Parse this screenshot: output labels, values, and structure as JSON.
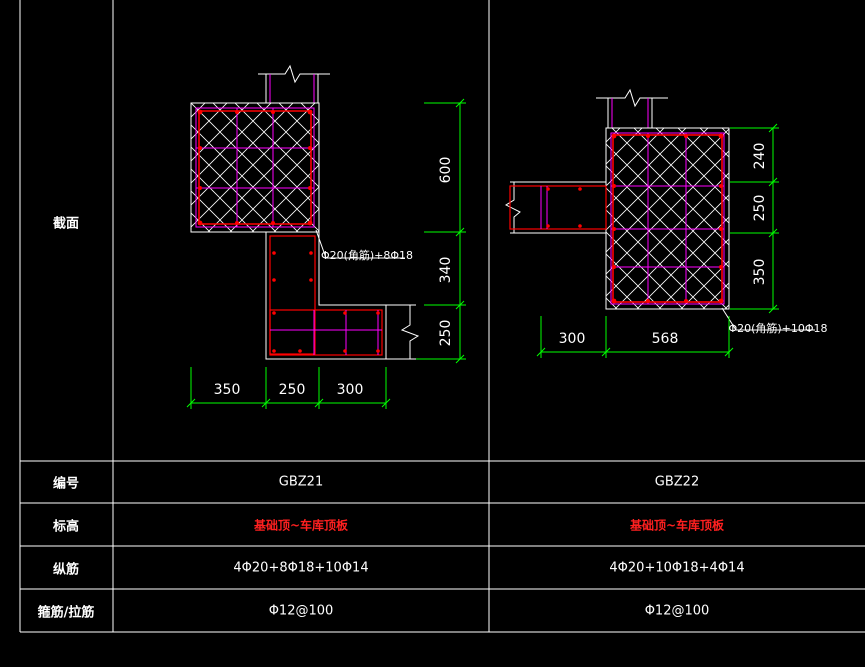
{
  "colors": {
    "background": "#000000",
    "grid": "#ffffff",
    "concrete_outline": "#ffffff",
    "hatch": "#ffffff",
    "stirrup": "#ff00ff",
    "rebar": "#ff0000",
    "dimension": "#00ff00",
    "text": "#ffffff",
    "elevation_text": "#ff2020"
  },
  "table": {
    "row_headers": {
      "section": "截面",
      "id": "编号",
      "elevation": "标高",
      "longitudinal": "纵筋",
      "stirrup": "箍筋/拉筋"
    },
    "columns": [
      {
        "id": "GBZ21",
        "elevation": "基础顶~车库顶板",
        "longitudinal": "4Φ20+8Φ18+10Φ14",
        "stirrup": "Φ12@100"
      },
      {
        "id": "GBZ22",
        "elevation": "基础顶~车库顶板",
        "longitudinal": "4Φ20+10Φ18+4Φ14",
        "stirrup": "Φ12@100"
      }
    ]
  },
  "sections": {
    "gbz21": {
      "dims_vertical": [
        "600",
        "340",
        "250"
      ],
      "dims_horizontal": [
        "350",
        "250",
        "300"
      ],
      "rebar_note": "Φ20(角筋)+8Φ18"
    },
    "gbz22": {
      "dims_vertical": [
        "240",
        "250",
        "350"
      ],
      "dims_horizontal": [
        "300",
        "568"
      ],
      "rebar_note": "Φ20(角筋)+10Φ18"
    }
  }
}
